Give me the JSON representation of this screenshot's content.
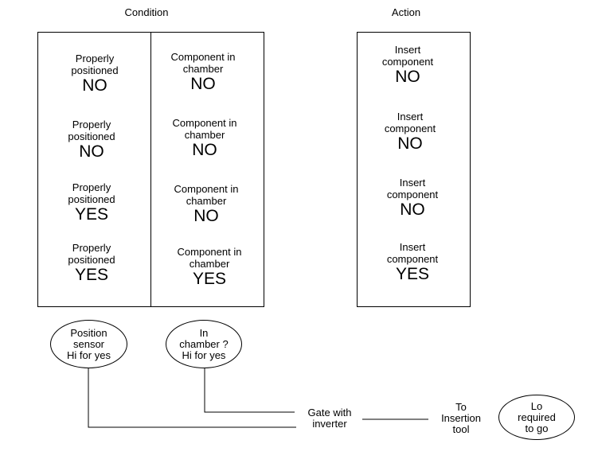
{
  "headers": {
    "condition": "Condition",
    "action": "Action"
  },
  "condition_rows": [
    {
      "pos_label": "Properly positioned",
      "pos_value": "NO",
      "chamber_label": "Component in chamber",
      "chamber_value": "NO"
    },
    {
      "pos_label": "Properly positioned",
      "pos_value": "NO",
      "chamber_label": "Component in chamber",
      "chamber_value": "NO"
    },
    {
      "pos_label": "Properly positioned",
      "pos_value": "YES",
      "chamber_label": "Component in chamber",
      "chamber_value": "NO"
    },
    {
      "pos_label": "Properly positioned",
      "pos_value": "YES",
      "chamber_label": "Component in chamber",
      "chamber_value": "YES"
    }
  ],
  "action_rows": [
    {
      "label": "Insert component",
      "value": "NO"
    },
    {
      "label": "Insert component",
      "value": "NO"
    },
    {
      "label": "Insert component",
      "value": "NO"
    },
    {
      "label": "Insert component",
      "value": "YES"
    }
  ],
  "sensors": {
    "position": "Position\nsensor\nHi for yes",
    "chamber": "In\nchamber ?\nHi for yes",
    "lo_required": "Lo\nrequired\nto go"
  },
  "gate_label": "Gate with\ninverter",
  "to_tool_label": "To\nInsertion\ntool"
}
